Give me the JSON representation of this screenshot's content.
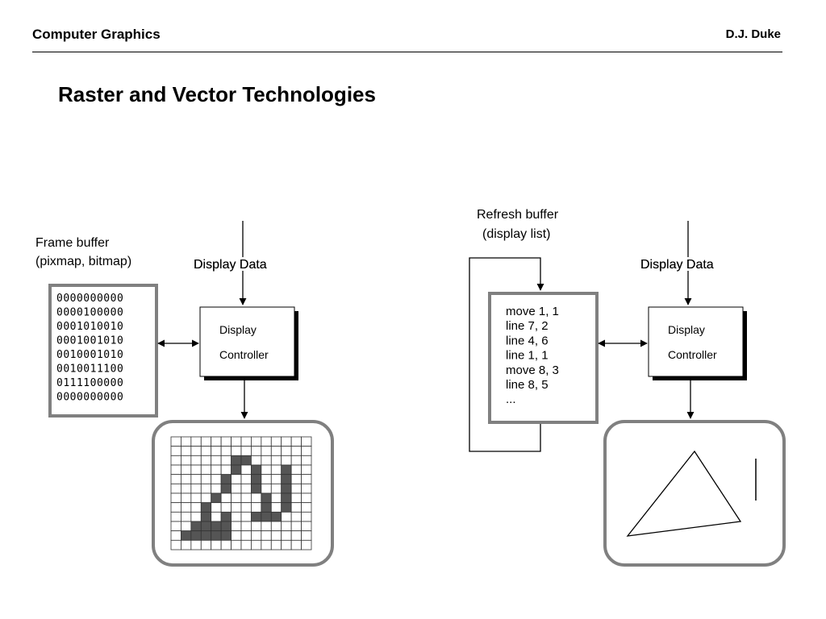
{
  "header": {
    "course": "Computer Graphics",
    "author": "D.J. Duke"
  },
  "slide": {
    "title": "Raster and Vector Technologies"
  },
  "raster": {
    "frame_buffer_label": [
      "Frame buffer",
      "(pixmap, bitmap)"
    ],
    "display_data_label": "Display Data",
    "controller_label": [
      "Display",
      "Controller"
    ],
    "bitmap_rows": [
      "0000000000",
      "0000100000",
      "0001010010",
      "0001001010",
      "0010001010",
      "0010011100",
      "0111100000",
      "0000000000"
    ]
  },
  "vector": {
    "refresh_buffer_label": [
      "Refresh buffer",
      "(display list)"
    ],
    "display_data_label": "Display Data",
    "controller_label": [
      "Display",
      "Controller"
    ],
    "display_list": [
      "move 1, 1",
      "line 7, 2",
      "line 4, 6",
      "line 1, 1",
      "move 8, 3",
      "line 8, 5",
      "..."
    ]
  },
  "colors": {
    "box_border": "#808080",
    "shadow": "#000000",
    "pixel_on": "#555555",
    "grid_line": "#333333"
  }
}
